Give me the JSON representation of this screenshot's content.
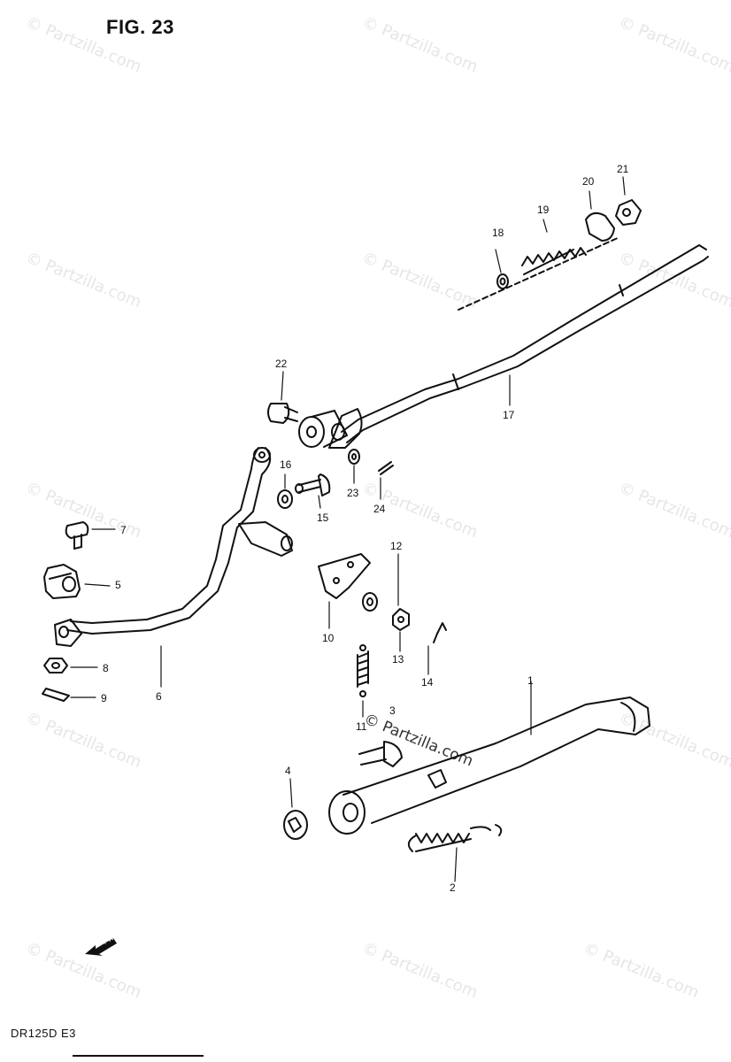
{
  "figure": {
    "title": "FIG. 23",
    "model_code": "DR125D  E3"
  },
  "watermark": {
    "text": "© Partzilla.com"
  },
  "arrow_label": "FWD",
  "callouts": {
    "c1": "1",
    "c2": "2",
    "c3": "3",
    "c4": "4",
    "c5": "5",
    "c6": "6",
    "c7": "7",
    "c8": "8",
    "c9": "9",
    "c10": "10",
    "c11": "11",
    "c12": "12",
    "c13": "13",
    "c14": "14",
    "c15": "15",
    "c16": "16",
    "c17": "17",
    "c18": "18",
    "c19": "19",
    "c20": "20",
    "c21": "21",
    "c22": "22",
    "c23": "23",
    "c24": "24"
  }
}
